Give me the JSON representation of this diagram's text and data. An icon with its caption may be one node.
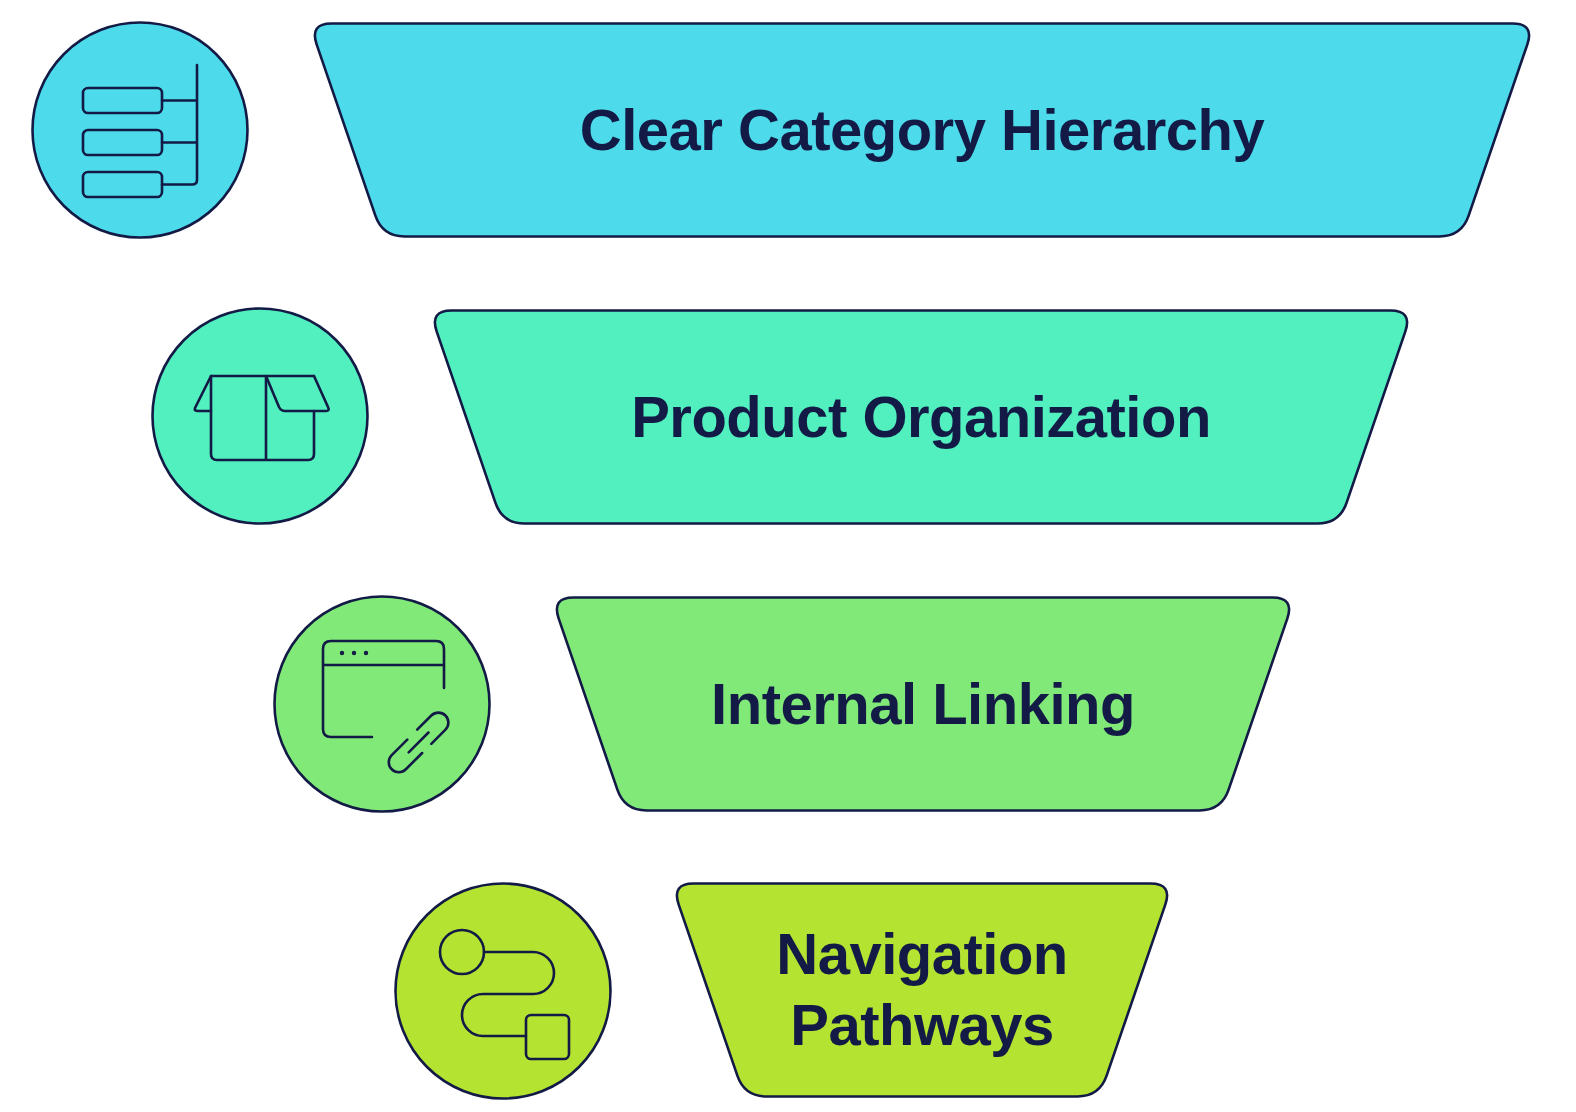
{
  "diagram": {
    "nodes": [
      {
        "text": [
          "Clear Category Hierarchy"
        ]
      },
      {
        "text": [
          "Product Organization"
        ]
      },
      {
        "text": [
          "Internal Linking"
        ]
      },
      {
        "text": [
          "Navigation Pathways"
        ]
      }
    ]
  }
}
